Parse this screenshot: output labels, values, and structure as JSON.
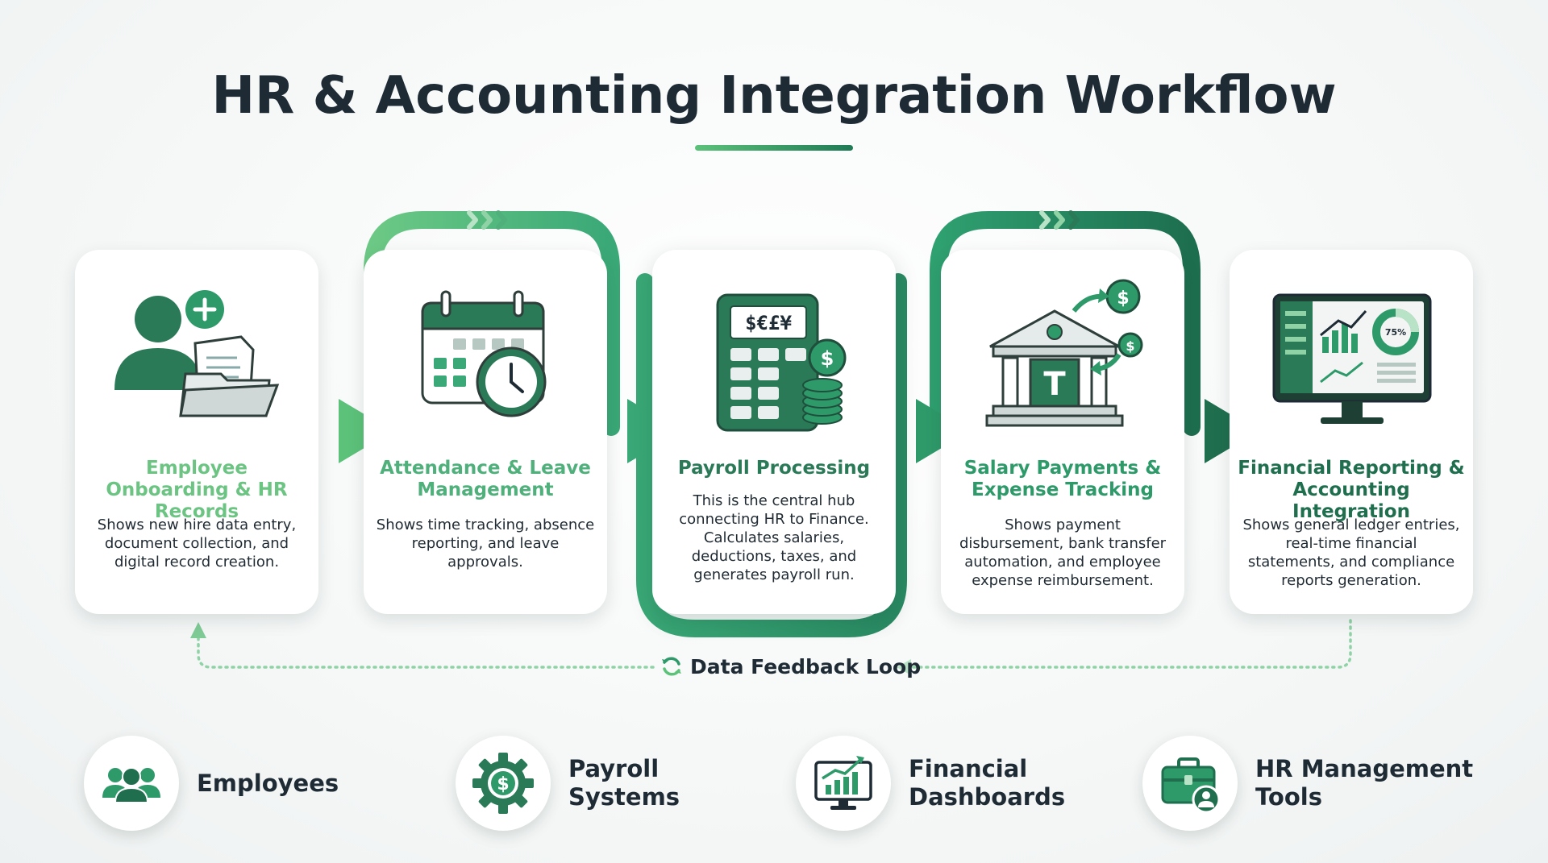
{
  "title": "HR & Accounting Integration Workflow",
  "colors": {
    "dark_green": "#1f6f4f",
    "mid_green": "#2e9a6a",
    "light_green": "#5cc27a",
    "text": "#1e2b35"
  },
  "steps": [
    {
      "title": "Employee Onboarding & HR Records",
      "description": "Shows new hire data entry, document collection, and digital record creation.",
      "title_color": "#6cc483",
      "icon": "add-employee-documents-icon"
    },
    {
      "title": "Attendance & Leave Management",
      "description": "Shows time tracking, absence reporting, and leave approvals.",
      "title_color": "#4fb07b",
      "icon": "calendar-clock-icon"
    },
    {
      "title": "Payroll Processing",
      "description": "This is the central hub connecting HR to Finance. Calculates salaries, deductions, taxes, and generates payroll run.",
      "title_color": "#2b7a57",
      "icon": "payroll-calculator-icon",
      "calculator_display": "$€£¥"
    },
    {
      "title": "Salary Payments & Expense Tracking",
      "description": "Shows payment disbursement, bank transfer automation, and employee expense reimbursement.",
      "title_color": "#2e9a6a",
      "icon": "bank-transfer-icon"
    },
    {
      "title": "Financial Reporting & Accounting Integration",
      "description": "Shows general ledger entries, real-time financial statements, and compliance reports generation.",
      "title_color": "#1f6f4f",
      "icon": "financial-dashboard-monitor-icon",
      "donut_label": "75%"
    }
  ],
  "feedback_loop": {
    "label": "Data Feedback Loop",
    "icon": "refresh-icon"
  },
  "legend": [
    {
      "label": "Employees",
      "icon": "employees-group-icon"
    },
    {
      "label": "Payroll\nSystems",
      "icon": "payroll-gear-icon"
    },
    {
      "label": "Financial\nDashboards",
      "icon": "dashboard-chart-icon"
    },
    {
      "label": "HR Management\nTools",
      "icon": "briefcase-user-icon"
    }
  ]
}
